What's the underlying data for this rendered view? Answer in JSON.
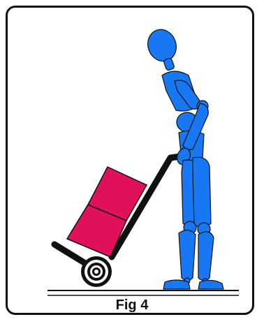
{
  "figure": {
    "caption": "Fig 4",
    "colors": {
      "mannequin": "#1877f2",
      "box": "#e0105a",
      "outline": "#111111",
      "frame": "#111111"
    },
    "icons": [
      "mannequin-figure",
      "hand-truck",
      "stacked-boxes",
      "wheel"
    ]
  }
}
